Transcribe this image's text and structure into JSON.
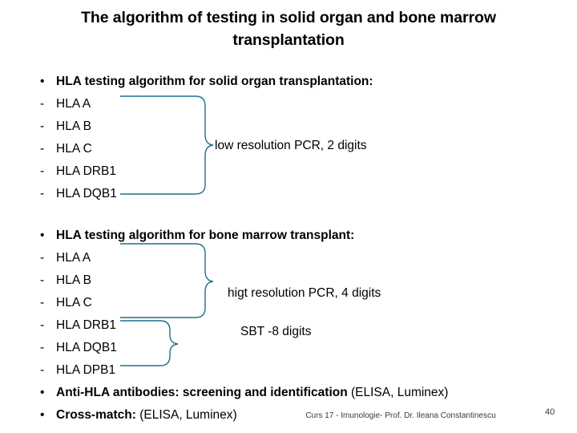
{
  "title": "The algorithm of  testing in solid organ and bone marrow transplantation",
  "sections": [
    {
      "heading": {
        "marker": "•",
        "text": "HLA testing algorithm for solid organ transplantation:",
        "bold": true
      },
      "items": [
        {
          "marker": "-",
          "text": "HLA A"
        },
        {
          "marker": "-",
          "text": "HLA B"
        },
        {
          "marker": "-",
          "text": "HLA C"
        },
        {
          "marker": "-",
          "text": "HLA DRB1"
        },
        {
          "marker": "-",
          "text": "HLA DQB1"
        }
      ]
    },
    {
      "heading": {
        "marker": "•",
        "text": "HLA testing algorithm for bone marrow transplant:",
        "bold": true
      },
      "items": [
        {
          "marker": "-",
          "text": "HLA A"
        },
        {
          "marker": "-",
          "text": "HLA B"
        },
        {
          "marker": "-",
          "text": "HLA C"
        },
        {
          "marker": "-",
          "text": "HLA DRB1"
        },
        {
          "marker": "-",
          "text": "HLA DQB1"
        },
        {
          "marker": "-",
          "text": "HLA DPB1"
        }
      ]
    }
  ],
  "final_bullets": [
    {
      "marker": "•",
      "bold_text": "Anti-HLA antibodies: screening and identification ",
      "plain_text": "(ELISA, Luminex)"
    },
    {
      "marker": "•",
      "bold_text": "Cross-match: ",
      "plain_text": "(ELISA, Luminex)"
    }
  ],
  "annotations": [
    {
      "text": "low resolution PCR, 2 digits"
    },
    {
      "text": "higt resolution PCR, 4 digits"
    },
    {
      "text": "SBT -8 digits"
    }
  ],
  "footer": {
    "credit": "Curs 17 - Imunologie- Prof. Dr. Ileana Constantinescu",
    "slide_number": "40"
  },
  "colors": {
    "brace": "#1F6F8B",
    "text": "#000000",
    "footer": "#3a3a3a"
  }
}
